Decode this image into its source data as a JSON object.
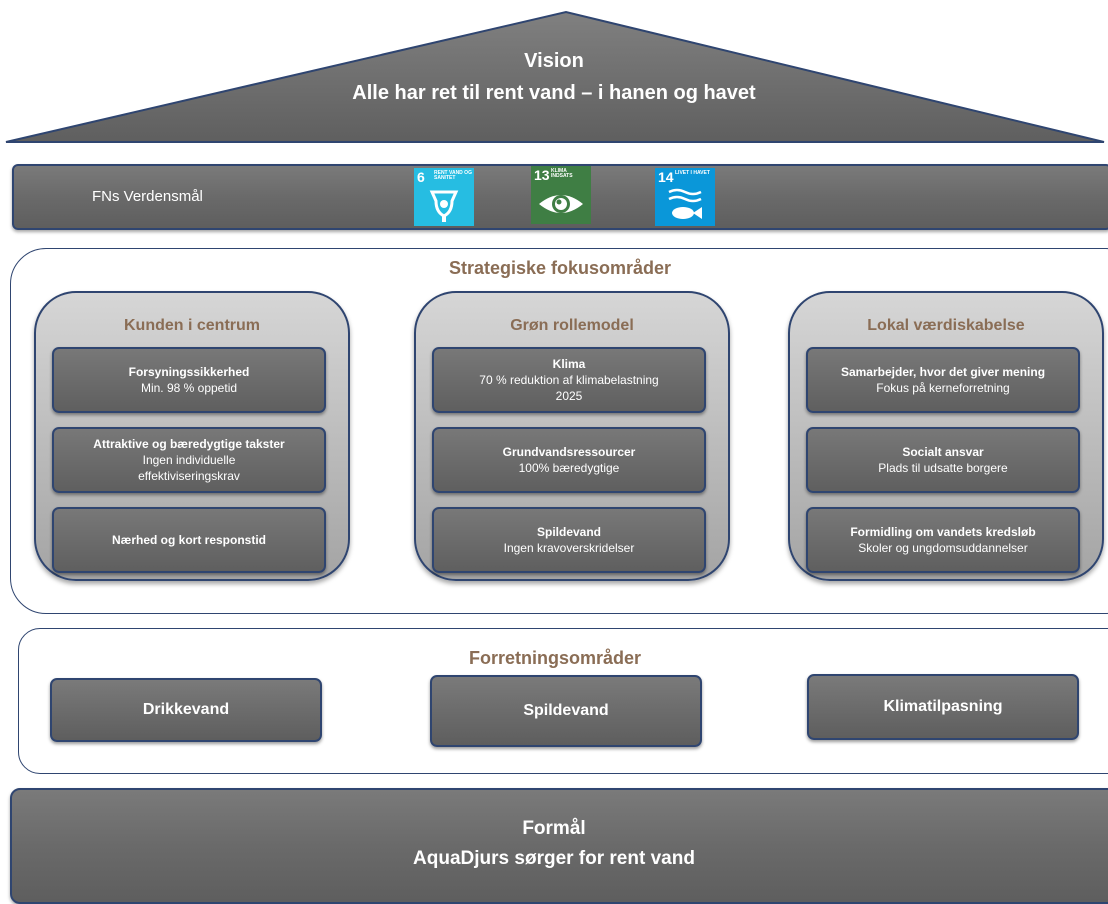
{
  "vision": {
    "title": "Vision",
    "subtitle": "Alle har ret til rent vand – i hanen og havet"
  },
  "sdg_bar": {
    "label": "FNs Verdensmål",
    "goals": [
      {
        "number": "6",
        "text": "RENT VAND OG SANITET",
        "color": "#26bde2",
        "icon": "water-tap-icon"
      },
      {
        "number": "13",
        "text": "KLIMA INDSATS",
        "color": "#3f7e44",
        "icon": "eye-globe-icon"
      },
      {
        "number": "14",
        "text": "LIVET I HAVET",
        "color": "#0a97d9",
        "icon": "fish-waves-icon"
      }
    ]
  },
  "strategic": {
    "title": "Strategiske fokusområder",
    "pillars": [
      {
        "title": "Kunden i centrum",
        "cards": [
          {
            "title": "Forsyningssikkerhed",
            "lines": [
              "Min. 98 % oppetid"
            ]
          },
          {
            "title": "Attraktive og bæredygtige takster",
            "lines": [
              "Ingen individuelle",
              "effektiviseringskrav"
            ]
          },
          {
            "title": "Nærhed og kort responstid",
            "lines": []
          }
        ]
      },
      {
        "title": "Grøn rollemodel",
        "cards": [
          {
            "title": "Klima",
            "lines": [
              "70 % reduktion af klimabelastning",
              "2025"
            ]
          },
          {
            "title": "Grundvandsressourcer",
            "lines": [
              "100% bæredygtige"
            ]
          },
          {
            "title": "Spildevand",
            "lines": [
              "Ingen kravoverskridelser"
            ]
          }
        ]
      },
      {
        "title": "Lokal værdiskabelse",
        "cards": [
          {
            "title": "Samarbejder, hvor det giver mening",
            "lines": [
              "Fokus på kerneforretning"
            ]
          },
          {
            "title": "Socialt ansvar",
            "lines": [
              "Plads til udsatte borgere"
            ]
          },
          {
            "title": "Formidling om vandets kredsløb",
            "lines": [
              "Skoler og ungdomsuddannelser"
            ]
          }
        ]
      }
    ]
  },
  "business": {
    "title": "Forretningsområder",
    "areas": [
      "Drikkevand",
      "Spildevand",
      "Klimatilpasning"
    ]
  },
  "purpose": {
    "title": "Formål",
    "subtitle": "AquaDjurs sørger for rent vand"
  },
  "colors": {
    "border": "#2f4570",
    "heading_brown": "#8a6d55",
    "bar_gray": "#6a6a6a"
  }
}
